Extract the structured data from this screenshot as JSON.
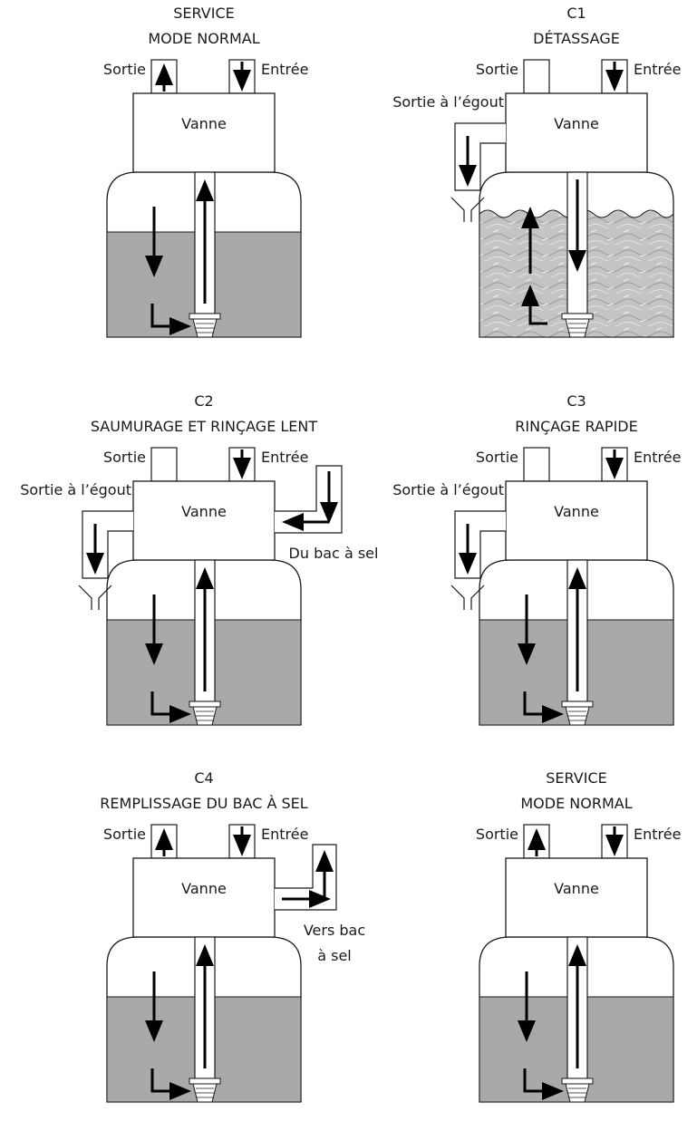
{
  "colors": {
    "line": "#1a1a1a",
    "resin": "#a9a9a9",
    "resin_agitated": "#c4c4c4",
    "paper": "#ffffff",
    "arrow": "#000000"
  },
  "panels": [
    {
      "id": "service-1",
      "step": "SERVICE",
      "mode": "MODE NORMAL",
      "valve_label": "Vanne",
      "outlet_label": "Sortie",
      "inlet_label": "Entrée",
      "outlet_arrow": "up",
      "inlet_arrow": "down",
      "drain_label": "",
      "side_label_lines": [],
      "bed": "calm",
      "tube_arrow": "up",
      "bed_arrows": "service"
    },
    {
      "id": "c1",
      "step": "C1",
      "mode": "DÉTASSAGE",
      "valve_label": "Vanne",
      "outlet_label": "Sortie",
      "inlet_label": "Entrée",
      "outlet_arrow": "none",
      "inlet_arrow": "down",
      "drain_label": "Sortie à l’égout",
      "side_label_lines": [],
      "bed": "agitated",
      "tube_arrow": "down",
      "bed_arrows": "backwash"
    },
    {
      "id": "c2",
      "step": "C2",
      "mode": "SAUMURAGE ET RINÇAGE LENT",
      "valve_label": "Vanne",
      "outlet_label": "Sortie",
      "inlet_label": "Entrée",
      "outlet_arrow": "none",
      "inlet_arrow": "down",
      "drain_label": "Sortie à l’égout",
      "side_label_lines": [
        "Du bac à sel"
      ],
      "brine": "in",
      "bed": "calm",
      "tube_arrow": "up",
      "bed_arrows": "service"
    },
    {
      "id": "c3",
      "step": "C3",
      "mode": "RINÇAGE RAPIDE",
      "valve_label": "Vanne",
      "outlet_label": "Sortie",
      "inlet_label": "Entrée",
      "outlet_arrow": "none",
      "inlet_arrow": "down",
      "drain_label": "Sortie à l’égout",
      "side_label_lines": [],
      "bed": "calm",
      "tube_arrow": "up",
      "bed_arrows": "service"
    },
    {
      "id": "c4",
      "step": "C4",
      "mode": "REMPLISSAGE DU BAC À SEL",
      "valve_label": "Vanne",
      "outlet_label": "Sortie",
      "inlet_label": "Entrée",
      "outlet_arrow": "up",
      "inlet_arrow": "down",
      "drain_label": "",
      "side_label_lines": [
        "Vers bac",
        "à sel"
      ],
      "brine": "out",
      "bed": "calm",
      "tube_arrow": "up",
      "bed_arrows": "service"
    },
    {
      "id": "service-2",
      "step": "SERVICE",
      "mode": "MODE NORMAL",
      "valve_label": "Vanne",
      "outlet_label": "Sortie",
      "inlet_label": "Entrée",
      "outlet_arrow": "up",
      "inlet_arrow": "down",
      "drain_label": "",
      "side_label_lines": [],
      "bed": "calm",
      "tube_arrow": "up",
      "bed_arrows": "service"
    }
  ]
}
